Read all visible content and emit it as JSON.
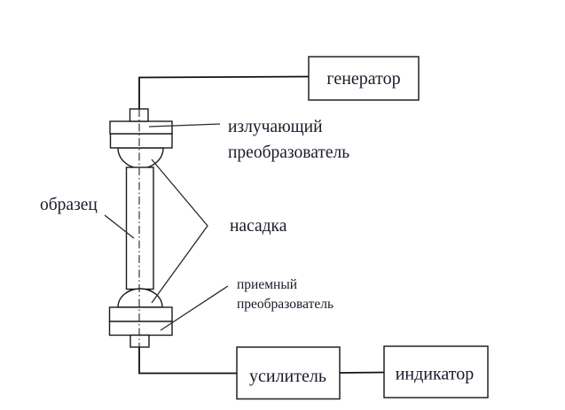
{
  "diagram": {
    "title": "",
    "blocks": {
      "generator": "генератор",
      "amplifier": "усилитель",
      "indicator": "индикатор"
    },
    "labels": {
      "emitting_transducer": [
        "излучающий",
        "преобразователь"
      ],
      "sample": "образец",
      "nozzle": "насадка",
      "receiving_transducer": [
        "приемный",
        "преобразователь"
      ]
    },
    "colors": {
      "line": "#1a1a1a",
      "text": "#1a1a2a",
      "background": "#ffffff"
    }
  }
}
